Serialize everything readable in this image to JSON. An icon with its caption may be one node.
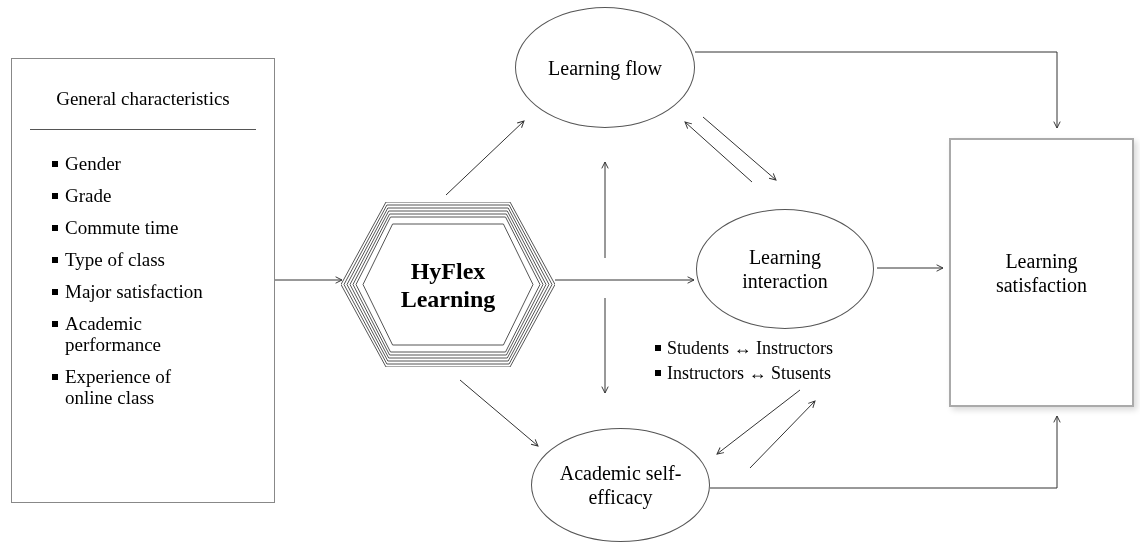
{
  "diagram": {
    "nodes": [
      {
        "text": [
          "General characteristics",
          "Gender",
          "Grade",
          "Commute time",
          "Type of class",
          "Major satisfaction",
          "Academic performance",
          "Experience of online class"
        ]
      },
      {
        "text": [
          "HyFlex Learning"
        ]
      },
      {
        "text": [
          "Learning flow"
        ]
      },
      {
        "text": [
          "Learning interaction"
        ],
        "beside": [
          "Students ↔ Instructors",
          "Instructors ↔  Stusents"
        ]
      },
      {
        "text": [
          "Academic self-efficacy"
        ]
      },
      {
        "text": [
          "Learning satisfaction"
        ]
      }
    ],
    "edges": [
      {
        "from": 0,
        "to": 1,
        "arrow": "to"
      },
      {
        "from": 1,
        "to": 2,
        "arrow": "to"
      },
      {
        "from": 1,
        "to": 3,
        "arrow": "to"
      },
      {
        "from": 1,
        "to": 4,
        "arrow": "to"
      },
      {
        "from": null,
        "to": 2,
        "arrow": "to"
      },
      {
        "from": null,
        "to": 4,
        "arrow": "to"
      },
      {
        "from": 3,
        "to": 2,
        "arrow": "to"
      },
      {
        "from": 2,
        "to": 3,
        "arrow": "to"
      },
      {
        "from": 4,
        "to": 3,
        "arrow": "to"
      },
      {
        "from": 3,
        "to": 4,
        "arrow": "to"
      },
      {
        "from": 2,
        "to": 5,
        "arrow": "to"
      },
      {
        "from": 3,
        "to": 5,
        "arrow": "to"
      },
      {
        "from": 4,
        "to": 5,
        "arrow": "to"
      }
    ]
  }
}
